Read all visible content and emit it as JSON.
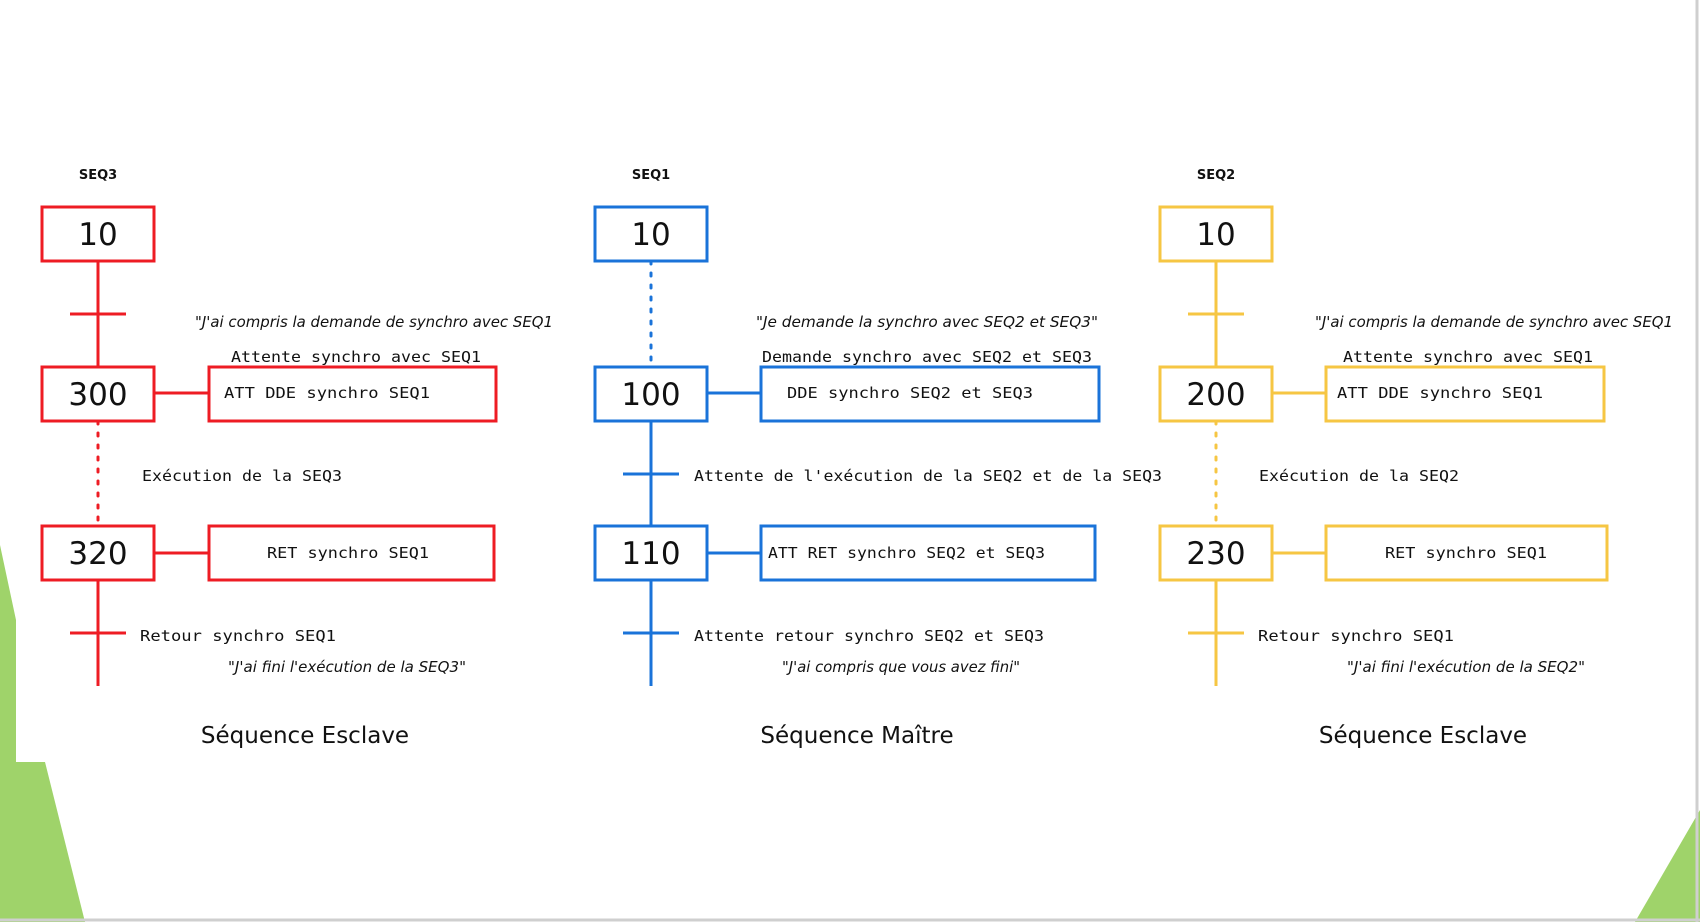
{
  "colors": {
    "seq3": "#ee1c24",
    "seq1": "#1a73d9",
    "seq2": "#f6c643",
    "slide_accent": "#9fd36a"
  },
  "columns": [
    {
      "id": "seq3",
      "title": "SEQ3",
      "steps": [
        "10",
        "300",
        "320"
      ],
      "quote_top": "\"J'ai compris la demande de synchro avec SEQ1",
      "cond_1": "Attente synchro avec SEQ1",
      "action_1": "ATT DDE synchro  SEQ1",
      "cond_2": "Exécution de la SEQ3",
      "action_2": "RET synchro SEQ1",
      "cond_3": "Retour synchro  SEQ1",
      "quote_bottom": "\"J'ai fini l'exécution de la SEQ3\"",
      "caption": "Séquence Esclave"
    },
    {
      "id": "seq1",
      "title": "SEQ1",
      "steps": [
        "10",
        "100",
        "110"
      ],
      "quote_top": "\"Je demande la synchro avec SEQ2 et SEQ3\"",
      "cond_1": "Demande synchro avec SEQ2 et SEQ3",
      "action_1": "DDE synchro  SEQ2 et SEQ3",
      "cond_2": "Attente de l'exécution de la SEQ2 et de la SEQ3",
      "action_2": "ATT RET synchro SEQ2 et SEQ3",
      "cond_3": "Attente retour synchro SEQ2 et SEQ3",
      "quote_bottom": "\"J'ai compris que vous avez fini\"",
      "caption": "Séquence Maître"
    },
    {
      "id": "seq2",
      "title": "SEQ2",
      "steps": [
        "10",
        "200",
        "230"
      ],
      "quote_top": "\"J'ai compris la demande de synchro avec SEQ1",
      "cond_1": "Attente synchro avec SEQ1",
      "action_1": "ATT DDE  synchro SEQ1",
      "cond_2": "Exécution de la SEQ2",
      "action_2": "RET synchro SEQ1",
      "cond_3": "Retour synchro  SEQ1",
      "quote_bottom": "\"J'ai fini l'exécution de la SEQ2\"",
      "caption": "Séquence Esclave"
    }
  ]
}
